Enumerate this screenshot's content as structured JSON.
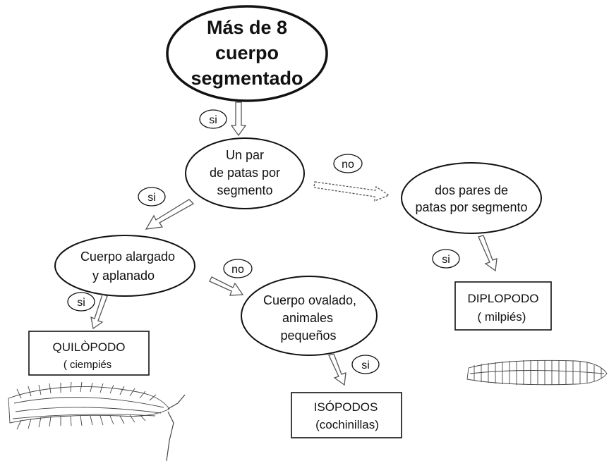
{
  "root": {
    "lines": [
      "Más de 8",
      "cuerpo",
      "segmentado"
    ]
  },
  "q_pairs": {
    "lines": [
      "Un par",
      "de patas por",
      "segmento"
    ]
  },
  "q_dos": {
    "lines": [
      "dos pares de",
      "patas por segmento"
    ]
  },
  "q_alargado": {
    "lines": [
      "Cuerpo alargado",
      "y aplanado"
    ]
  },
  "q_ovalado": {
    "lines": [
      "Cuerpo ovalado,",
      "animales",
      "pequeños"
    ]
  },
  "results": {
    "quilopodo": {
      "name": "QUILÒPODO",
      "common": "( ciempiés"
    },
    "isopodos": {
      "name": "ISÓPODOS",
      "common": "(cochinillas)"
    },
    "diplopodo": {
      "name": "DIPLOPODO",
      "common": "( milpiés)"
    }
  },
  "tags": {
    "si_root": "si",
    "no_pairs": "no",
    "si_pairs": "si",
    "si_dos": "si",
    "no_alargado": "no",
    "si_alargado": "si",
    "si_ovalado": "si"
  },
  "colors": {
    "ink": "#111111",
    "arrow": "#555555",
    "background": "#ffffff"
  }
}
